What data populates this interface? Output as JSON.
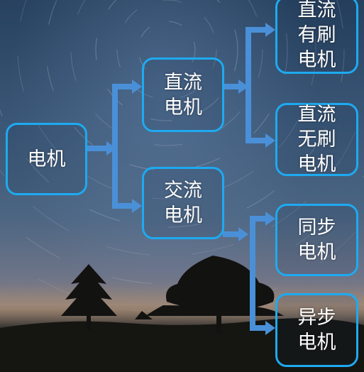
{
  "diagram": {
    "root": {
      "label": "电机"
    },
    "dc": {
      "label": "直流\n电机"
    },
    "ac": {
      "label": "交流\n电机"
    },
    "dc_brushed": {
      "label": "直流\n有刷\n电机"
    },
    "dc_brushless": {
      "label": "直流\n无刷\n电机"
    },
    "ac_sync": {
      "label": "同步\n电机"
    },
    "ac_async": {
      "label": "异步\n电机"
    }
  },
  "colors": {
    "node_border": "#1eaaf0",
    "connector": "#4a90d8",
    "text": "#ffffff"
  }
}
